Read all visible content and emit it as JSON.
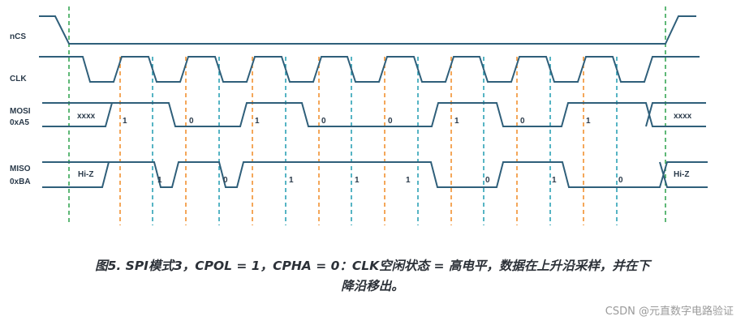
{
  "signals": {
    "ncs": "nCS",
    "clk": "CLK",
    "mosi_name": "MOSI",
    "mosi_value": "0xA5",
    "miso_name": "MISO",
    "miso_value": "0xBA"
  },
  "mosi_bits": [
    "xxxx",
    "1",
    "0",
    "1",
    "0",
    "0",
    "1",
    "0",
    "1",
    "xxxx"
  ],
  "miso_bits": [
    "Hi-Z",
    "1",
    "0",
    "1",
    "1",
    "1",
    "0",
    "1",
    "0",
    "Hi-Z"
  ],
  "caption": {
    "line1": "图5. SPI模式3，CPOL = 1，CPHA = 0：CLK空闲状态 = 高电平，数据在上升沿采样，并在下",
    "line2": "降沿移出。"
  },
  "watermark": "CSDN @元直数字电路验证",
  "colors": {
    "waveform": "#2f5f7a",
    "cs_guide": "#2aa04a",
    "rising_edge_guide": "#f08a24",
    "falling_edge_guide": "#1f9bb0"
  }
}
